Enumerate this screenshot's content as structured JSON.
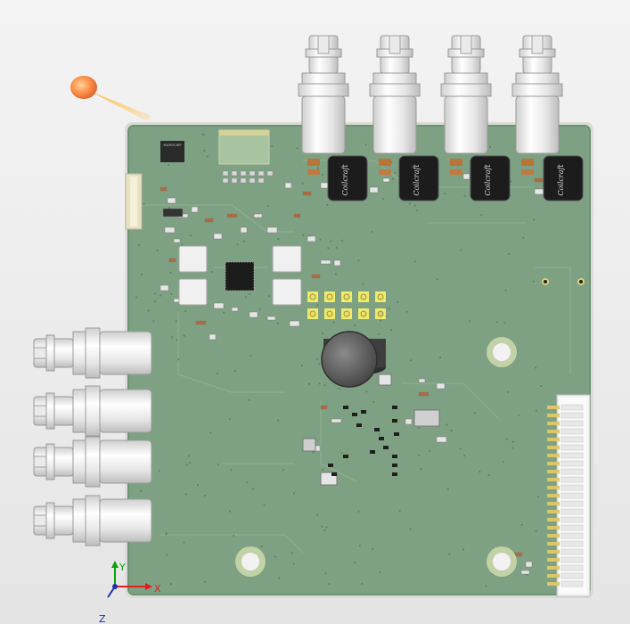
{
  "viewport": {
    "view_mode": "3D",
    "background_color": "#ececec"
  },
  "board": {
    "pcb_color": "#7fa183",
    "pcb_edge_color": "#d8ddd8",
    "chip_marking": "MICROCHIP",
    "inductor_marking": "Coilcraft",
    "inductor_count": 4,
    "bnc_top_count": 4,
    "bnc_left_count": 4
  },
  "axes": {
    "x_label": "X",
    "y_label": "Y",
    "z_label": "Z",
    "x_color": "#e02020",
    "y_color": "#10a010",
    "z_color": "#2030b0"
  }
}
